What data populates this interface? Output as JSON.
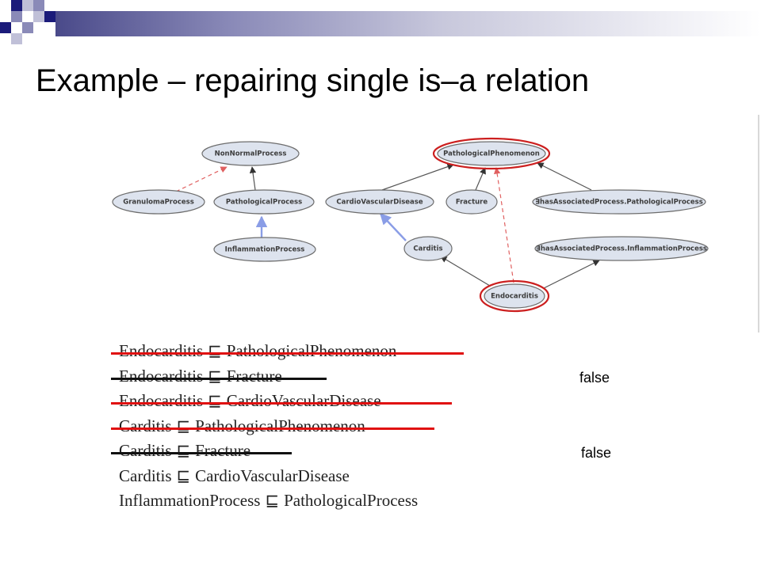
{
  "slide": {
    "title": "Example – repairing single is–a relation"
  },
  "graph": {
    "nodes": {
      "nonnormal": "NonNormalProcess",
      "granuloma": "GranulomaProcess",
      "pathprocess": "PathologicalProcess",
      "inflammation": "InflammationProcess",
      "pathphen": "PathologicalPhenomenon",
      "cardiovasc": "CardioVascularDisease",
      "fracture": "Fracture",
      "exists_path": "∃hasAssociatedProcess.PathologicalProcess",
      "carditis": "Carditis",
      "exists_infl": "∃hasAssociatedProcess.InflammationProcess",
      "endocarditis": "Endocarditis"
    },
    "colors": {
      "node_fill": "#dde3ee",
      "edge": "#555555",
      "dashed_edge": "#e06060",
      "highlight": "#cc1f1f",
      "new_edge": "#8a9de6"
    }
  },
  "axioms": [
    {
      "sub": "Endocarditis",
      "sym": "⊑",
      "sup": "PathologicalPhenomenon",
      "strike": "red"
    },
    {
      "sub": "Endocarditis",
      "sym": "⊑",
      "sup": "Fracture",
      "strike": "black"
    },
    {
      "sub": "Endocarditis",
      "sym": "⊑",
      "sup": "CardioVascularDisease",
      "strike": "red"
    },
    {
      "sub": "Carditis",
      "sym": "⊑",
      "sup": "PathologicalPhenomenon",
      "strike": "red"
    },
    {
      "sub": "Carditis",
      "sym": "⊑",
      "sup": "Fracture",
      "strike": "black"
    },
    {
      "sub": "Carditis",
      "sym": "⊑",
      "sup": "CardioVascularDisease",
      "strike": "none"
    },
    {
      "sub": "InflammationProcess",
      "sym": "⊑",
      "sup": "PathologicalProcess",
      "strike": "none"
    }
  ],
  "verdicts": {
    "first": "false",
    "second": "false"
  },
  "strike_colors": {
    "red": "#e01010",
    "black": "#111111"
  }
}
